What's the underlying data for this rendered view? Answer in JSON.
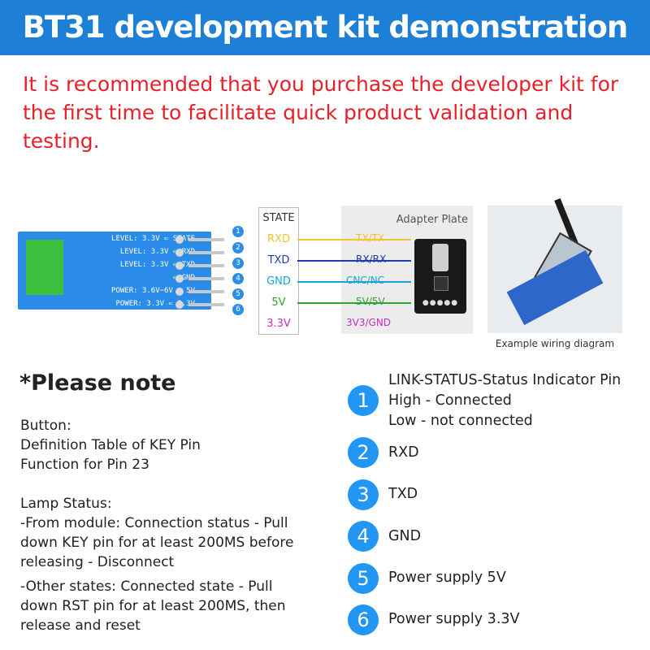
{
  "header": {
    "title": "BT31 development kit demonstration"
  },
  "intro": "It is recommended that you purchase the developer kit for the first time to facilitate quick product validation and testing.",
  "board": {
    "label_lines": [
      "LEVEL: 3.3V",
      "LEVEL: 3.3V",
      "LEVEL: 3.3V",
      "",
      "POWER: 3.6V~6V",
      "POWER: 3.3V"
    ],
    "pin_names": [
      "STATE",
      "RXD",
      "TXD",
      "GND",
      "5V",
      "3.3V"
    ],
    "pin_numbers": [
      "1",
      "2",
      "3",
      "4",
      "5",
      "6"
    ]
  },
  "wiring": {
    "module_pins": [
      "STATE",
      "RXD",
      "TXD",
      "GND",
      "5V",
      "3.3V"
    ],
    "adapter_title": "Adapter Plate",
    "adapter_pins": [
      "TX/TX",
      "RX/RX",
      "CNC/NC",
      "5V/5V",
      "3V3/GND"
    ],
    "colors": [
      "#f2c230",
      "#1f3bb3",
      "#1aa3d9",
      "#2fa531",
      "#c030c0"
    ]
  },
  "photo_caption": "Example wiring diagram",
  "note": {
    "heading": "*Please note",
    "button_title": "Button:",
    "button_lines": [
      "Definition Table of KEY Pin",
      "Function for Pin 23"
    ],
    "lamp_title": "Lamp Status:",
    "lamp_lines_a": [
      "-From module: Connection status - Pull",
      "down KEY pin for at least 200MS before",
      "releasing - Disconnect"
    ],
    "lamp_lines_b": [
      "-Other states: Connected state - Pull",
      "down RST pin for at least 200MS, then",
      "release and reset"
    ]
  },
  "pins": [
    {
      "num": "1",
      "lines": [
        "LINK-STATUS-Status Indicator Pin",
        "High - Connected",
        "Low - not connected"
      ]
    },
    {
      "num": "2",
      "lines": [
        "RXD"
      ]
    },
    {
      "num": "3",
      "lines": [
        "TXD"
      ]
    },
    {
      "num": "4",
      "lines": [
        "GND"
      ]
    },
    {
      "num": "5",
      "lines": [
        "Power supply 5V"
      ]
    },
    {
      "num": "6",
      "lines": [
        "Power supply 3.3V"
      ]
    }
  ]
}
